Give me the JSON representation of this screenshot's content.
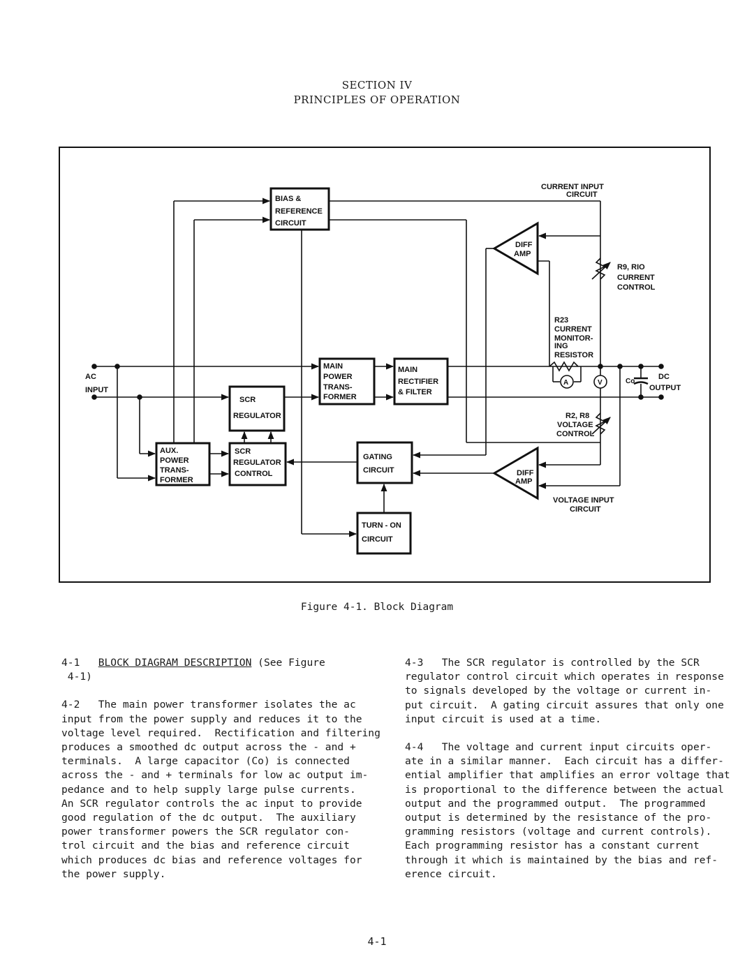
{
  "header": {
    "section": "SECTION IV",
    "title": "PRINCIPLES OF OPERATION"
  },
  "figure": {
    "caption": "Figure 4-1.  Block Diagram",
    "blocks": {
      "bias_ref": [
        "BIAS  &",
        "REFERENCE",
        "CIRCUIT"
      ],
      "scr_regulator": [
        "SCR",
        "REGULATOR"
      ],
      "main_transformer": [
        "MAIN",
        "POWER",
        "TRANS-",
        "FORMER"
      ],
      "main_rectifier": [
        "MAIN",
        "RECTIFIER",
        "& FILTER"
      ],
      "aux_transformer": [
        "AUX.",
        "POWER",
        "TRANS-",
        "FORMER"
      ],
      "scr_reg_control": [
        "SCR",
        "REGULATOR",
        "CONTROL"
      ],
      "gating": [
        "GATING",
        "CIRCUIT"
      ],
      "turn_on": [
        "TURN - ON",
        "CIRCUIT"
      ],
      "diff_amp_top": [
        "DIFF",
        "AMP"
      ],
      "diff_amp_bottom": [
        "DIFF",
        "AMP"
      ]
    },
    "labels": {
      "ac_input": [
        "AC",
        "INPUT"
      ],
      "dc_output": [
        "DC",
        "OUTPUT"
      ],
      "current_input": [
        "CURRENT INPUT",
        "CIRCUIT"
      ],
      "voltage_input": [
        "VOLTAGE  INPUT",
        "CIRCUIT"
      ],
      "r9_r10": [
        "R9, RIO",
        "CURRENT",
        "CONTROL"
      ],
      "r23": [
        "R23",
        "CURRENT",
        "MONITOR-",
        "ING",
        "RESISTOR"
      ],
      "r2_r8": [
        "R2, R8",
        "VOLTAGE",
        "CONTROL"
      ],
      "capacitor": "Co",
      "ammeter": "A",
      "voltmeter": "V"
    }
  },
  "left_column": {
    "heading_num": "4-1",
    "heading_title": "BLOCK DIAGRAM DESCRIPTION",
    "heading_rest": " (See Figure",
    "heading_line2": " 4-1)",
    "para2": "4-2   The main power transformer isolates the ac\ninput from the power supply and reduces it to the\nvoltage level required.  Rectification and filtering\nproduces a smoothed dc output across the - and +\nterminals.  A large capacitor (Co) is connected\nacross the - and + terminals for low ac output im-\npedance and to help supply large pulse currents.\nAn SCR regulator controls the ac input to provide\ngood regulation of the dc output.  The auxiliary\npower transformer powers the SCR regulator con-\ntrol circuit and the bias and reference circuit\nwhich produces dc bias and reference voltages for\nthe power supply."
  },
  "right_column": {
    "para3": "4-3   The SCR regulator is controlled by the SCR\nregulator control circuit which operates in response\nto signals developed by the voltage or current in-\nput circuit.  A gating circuit assures that only one\ninput circuit is used at a time.",
    "para4": "4-4   The voltage and current input circuits oper-\nate in a similar manner.  Each circuit has a differ-\nential amplifier that amplifies an error voltage that\nis proportional to the difference between the actual\noutput and the programmed output.  The programmed\noutput is determined by the resistance of the pro-\ngramming resistors (voltage and current controls).\nEach programming resistor has a constant current\nthrough it which is maintained by the bias and ref-\nerence circuit."
  },
  "footer": {
    "page_number": "4-1"
  }
}
